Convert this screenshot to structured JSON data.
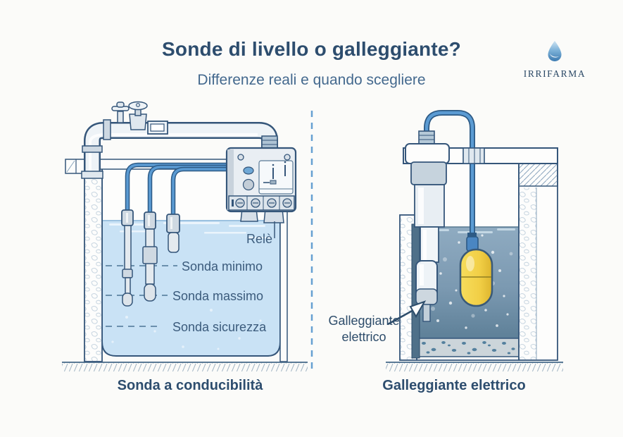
{
  "header": {
    "title": "Sonde di livello o galleggiante?",
    "subtitle": "Differenze reali e quando scegliere"
  },
  "logo": {
    "brand": "IRRIFARMA",
    "icon": "water-drop-icon"
  },
  "left_panel": {
    "caption": "Sonda a conducibilità",
    "labels": {
      "relay": "Relè",
      "probe_min": "Sonda minimo",
      "probe_max": "Sonda massimo",
      "probe_safety": "Sonda sicurezza"
    }
  },
  "right_panel": {
    "caption": "Galleggiante elettrico",
    "annotation_line1": "Galleggiante",
    "annotation_line2": "elettrico"
  },
  "colors": {
    "background": "#fbfbf9",
    "title_text": "#2d4d6e",
    "subtitle_text": "#44698e",
    "outline": "#35567a",
    "water_left": "#c9e2f5",
    "water_right_top": "#8fabc1",
    "water_right_bottom": "#5e8098",
    "float_yellow": "#f2cf46",
    "cable_blue": "#5b9bd3",
    "divider_blue": "#66a0d2"
  }
}
